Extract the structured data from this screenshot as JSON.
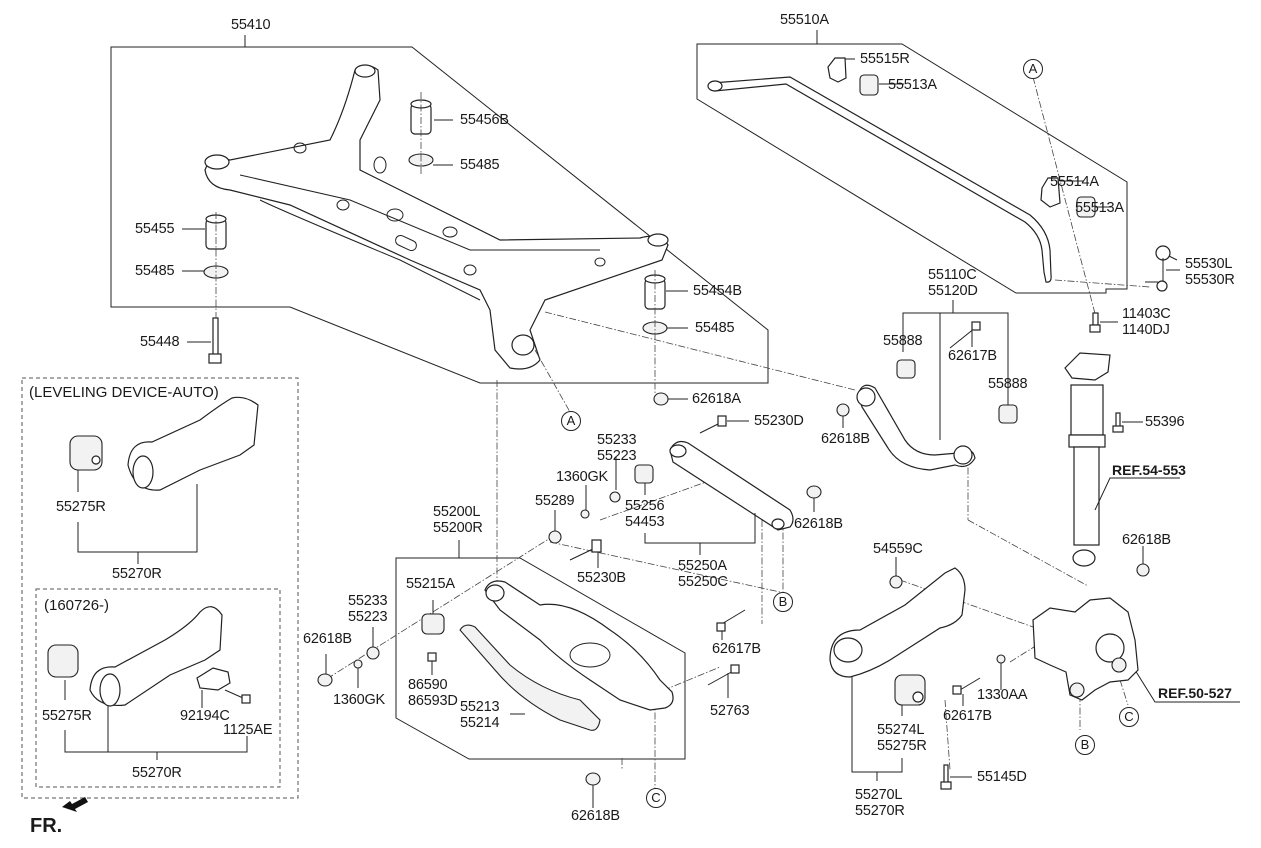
{
  "diagram": {
    "notes": {
      "leveling_group": "(LEVELING DEVICE-AUTO)",
      "date_group": "(160726-)",
      "front_indicator": "FR."
    },
    "refs": {
      "shock": "REF.54-553",
      "knuckle": "REF.50-527"
    },
    "connectors": {
      "a": "A",
      "b": "B",
      "c": "C"
    },
    "labels": {
      "subframe": "55410",
      "bushing_upper_right": "55456B",
      "washer_top": "55485",
      "bushing_left": "55455",
      "washer_left": "55485",
      "bolt_subframe": "55448",
      "bushing_right": "55454B",
      "washer_right": "55485",
      "nut_62618a": "62618A",
      "stabilizer_bar": "55510A",
      "bracket_r": "55515R",
      "bushing_stab_1": "55513A",
      "bracket_a": "55514A",
      "bushing_stab_2": "55513A",
      "link_l": "55530L",
      "link_r": "55530R",
      "bolt_11403c": "11403C",
      "bolt_1140dj": "1140DJ",
      "upper_arm_1": "55110C",
      "upper_arm_2": "55120D",
      "bushing_55888_a": "55888",
      "bolt_62617b_top": "62617B",
      "bushing_55888_b": "55888",
      "nut_62618b_upper": "62618B",
      "bolt_55396": "55396",
      "bolt_55230d": "55230D",
      "washer_55233_a": "55233",
      "washer_55223_a": "55223",
      "washer_1360gk_a": "1360GK",
      "nut_55289": "55289",
      "bushing_55256": "55256",
      "bushing_54453": "54453",
      "nut_62618b_mid": "62618B",
      "assist_arm_a": "55250A",
      "assist_arm_c": "55250C",
      "bolt_55230b": "55230B",
      "lower_arm_l": "55200L",
      "lower_arm_r": "55200R",
      "bushing_55215a": "55215A",
      "washer_55233_b": "55233",
      "washer_55223_b": "55223",
      "nut_62618b_left": "62618B",
      "washer_1360gk_b": "1360GK",
      "bolt_86590": "86590",
      "bolt_86593d": "86593D",
      "cover_55213": "55213",
      "cover_55214": "55214",
      "bolt_62617b_mid": "62617B",
      "bolt_52763": "52763",
      "nut_62618b_bottom": "62618B",
      "nut_54559c": "54559C",
      "nut_62618b_right": "62618B",
      "bolt_62617b_bottom": "62617B",
      "washer_1330aa": "1330AA",
      "bushing_55274l": "55274L",
      "bushing_55275r": "55275R",
      "trailing_arm_l": "55270L",
      "trailing_arm_r": "55270R",
      "bolt_55145d": "55145D",
      "lev_bushing": "55275R",
      "lev_arm": "55270R",
      "date_bushing": "55275R",
      "date_bracket": "92194C",
      "date_bolt": "1125AE",
      "date_arm": "55270R"
    }
  }
}
